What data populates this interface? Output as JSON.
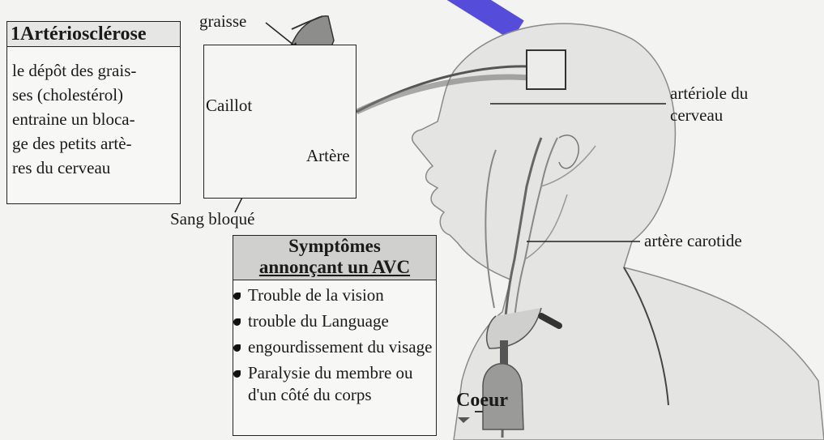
{
  "box1": {
    "title": "1Artériosclérose",
    "lines": [
      "le dépôt des grais-",
      "ses (cholestérol)",
      "entraine un bloca-",
      "ge des petits artè-",
      "res du cerveau"
    ]
  },
  "labels": {
    "graisse": "graisse",
    "caillot": "Caillot",
    "artere": "Artère",
    "sang_bloque": "Sang bloqué",
    "arteriole_1": "artériole du",
    "arteriole_2": "cerveau",
    "carotide": "artère carotide",
    "coeur": "Coeur"
  },
  "symptoms": {
    "heading_1": "Symptômes",
    "heading_2": "annonçant un AVC",
    "items": [
      "Trouble de la vision",
      "trouble du Language",
      "engourdissement du visage",
      "Paralysie du membre ou d'un côté du corps"
    ]
  },
  "watermark": "ne",
  "colors": {
    "watermark": "#3b2fd6",
    "symptoms_header": "#d0d0ce"
  }
}
